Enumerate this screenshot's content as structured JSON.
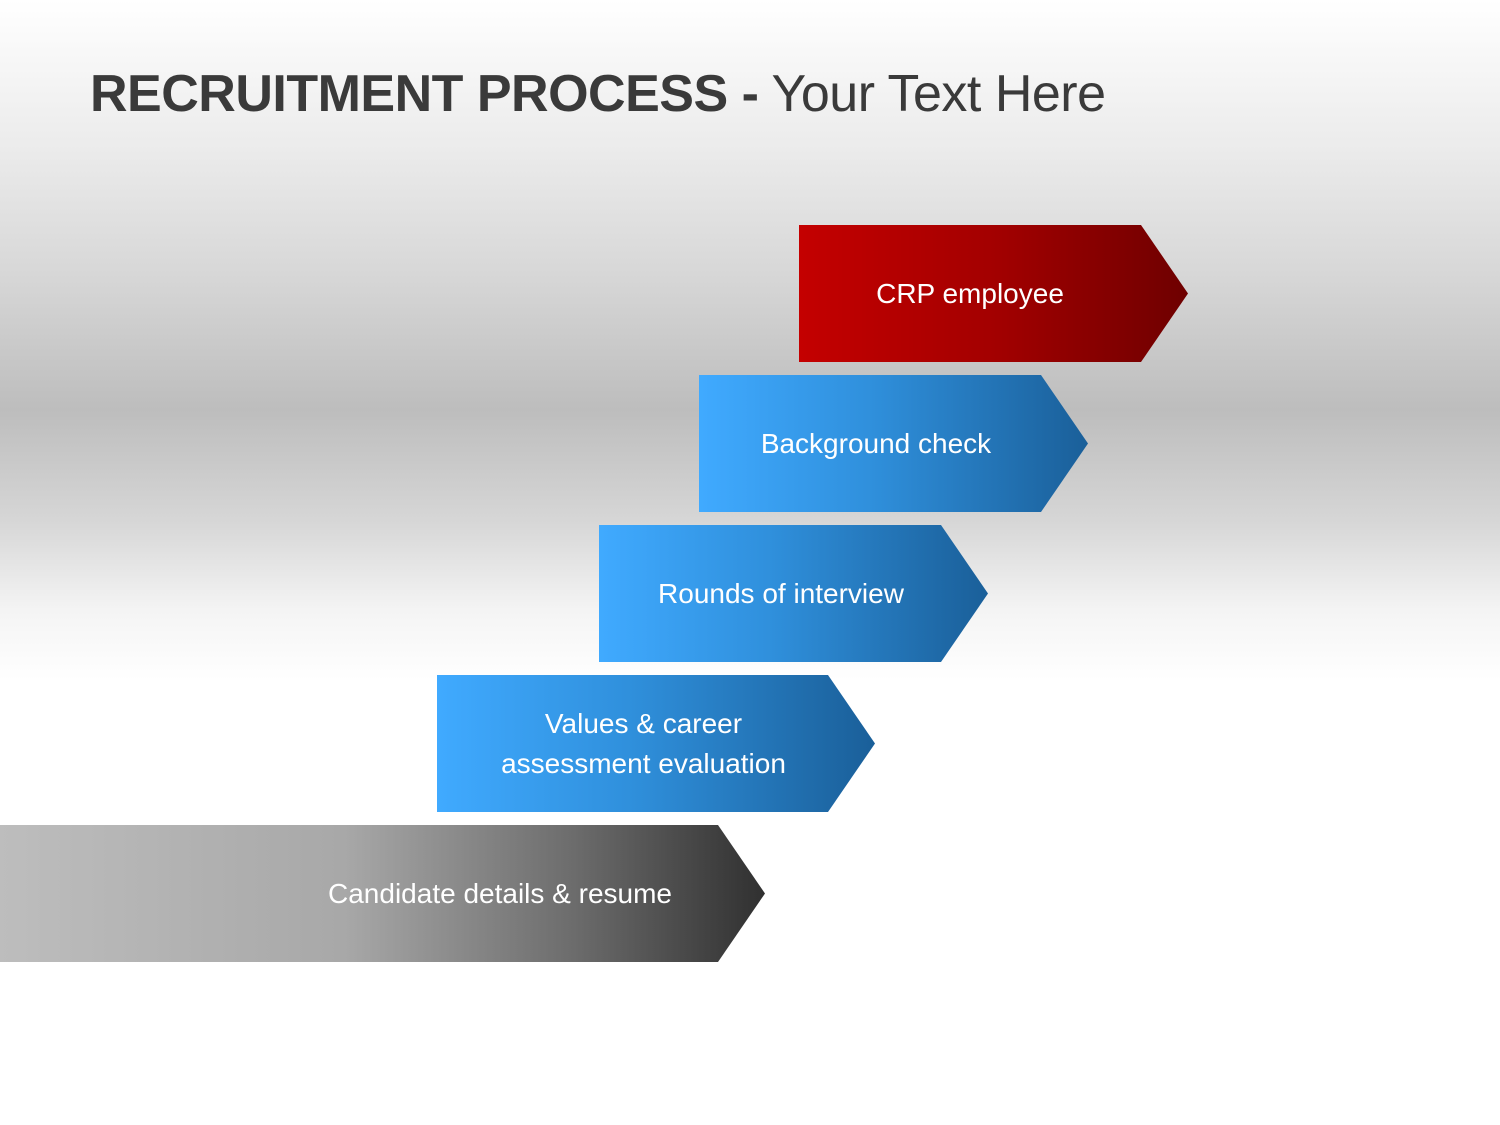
{
  "title": {
    "bold_part": "RECRUITMENT PROCESS -",
    "regular_part": "Your Text Here"
  },
  "steps": [
    {
      "label": "CRP employee",
      "color": "#b30000"
    },
    {
      "label": "Background check",
      "color": "#2f8fdb"
    },
    {
      "label": "Rounds of interview",
      "color": "#2f8fdb"
    },
    {
      "label": "Values & career assessment evaluation",
      "color": "#2f8fdb"
    },
    {
      "label": "Candidate details & resume",
      "color": "#8c8c8c"
    }
  ]
}
